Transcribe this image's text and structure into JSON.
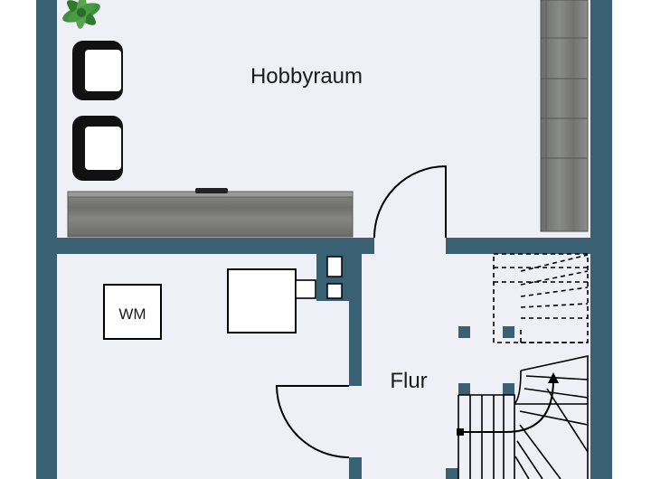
{
  "rooms": {
    "hobby": {
      "label": "Hobbyraum"
    },
    "hallway": {
      "label": "Flur"
    },
    "utility": {
      "label": ""
    }
  },
  "fixtures": {
    "washing_machine": {
      "label": "WM"
    }
  },
  "colors": {
    "wall": "#3a6173",
    "floor": "#eef0f5",
    "wood": "#7d7e7c",
    "plant": "#3f8f3a"
  },
  "icons": [
    "plant-icon",
    "armchair-icon",
    "stair-arrow-icon"
  ]
}
